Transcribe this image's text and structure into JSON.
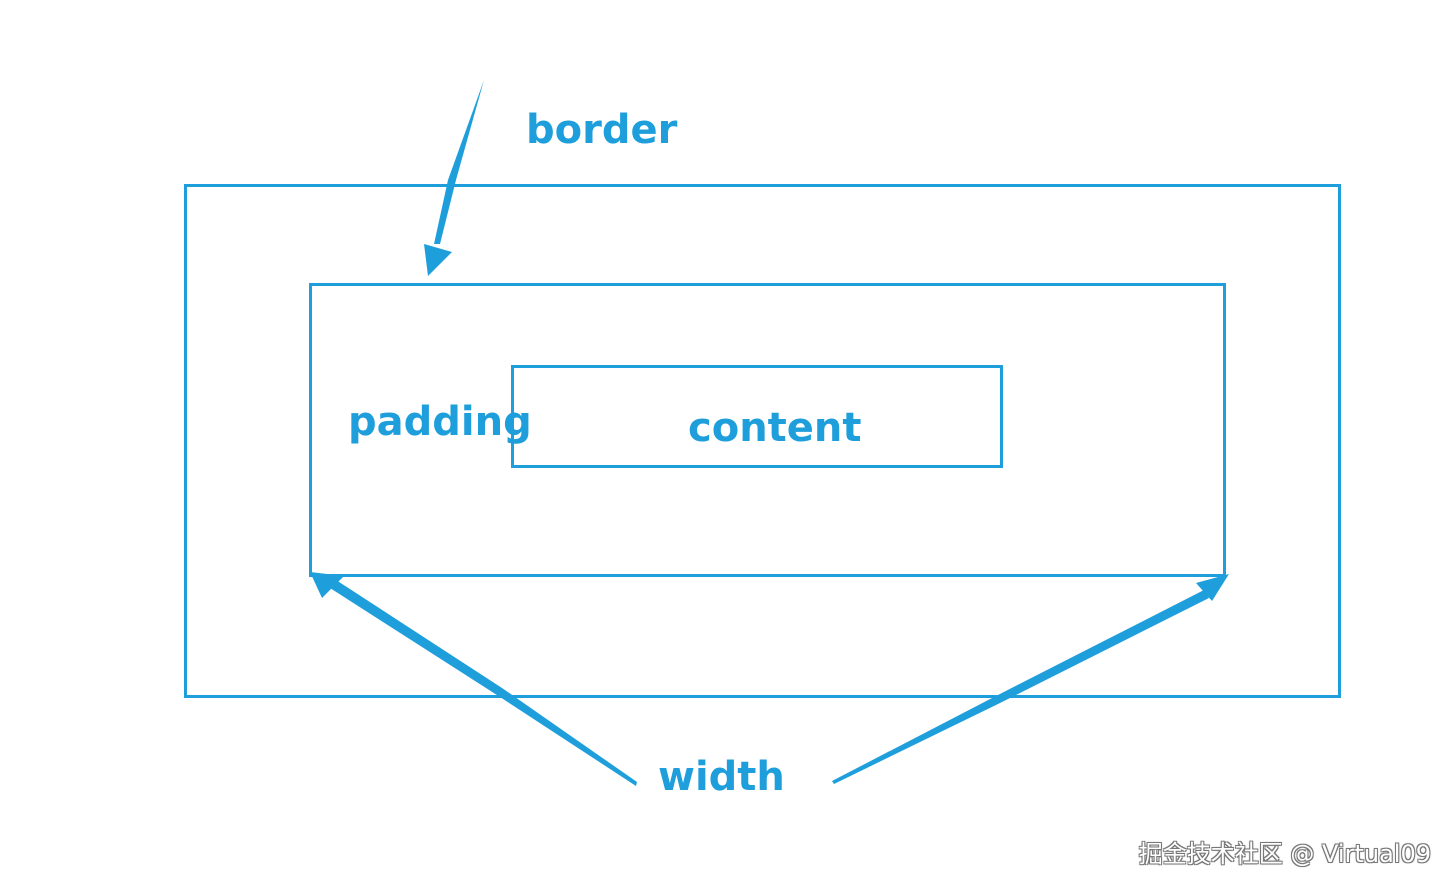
{
  "theme": {
    "accent": "#1E9FDC",
    "background": "#FFFFFF"
  },
  "diagram": {
    "labels": {
      "border": "border",
      "padding": "padding",
      "content": "content",
      "width": "width"
    }
  },
  "watermark": {
    "text": "掘金技术社区 @ Virtual09"
  }
}
